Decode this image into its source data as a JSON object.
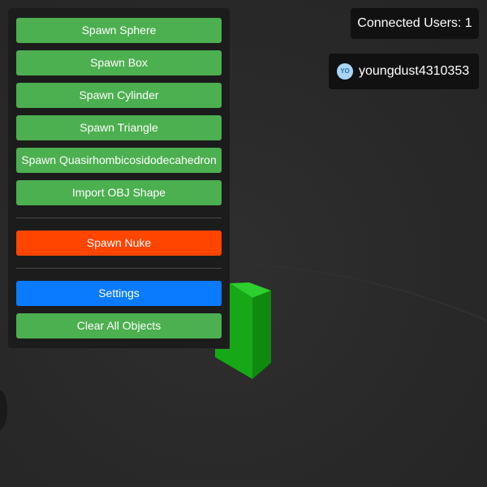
{
  "menu": {
    "spawn_sphere": "Spawn Sphere",
    "spawn_box": "Spawn Box",
    "spawn_cylinder": "Spawn Cylinder",
    "spawn_triangle": "Spawn Triangle",
    "spawn_quasi": "Spawn Quasirhombicosidodecahedron",
    "import_obj": "Import OBJ Shape",
    "spawn_nuke": "Spawn Nuke",
    "settings": "Settings",
    "clear_all": "Clear All Objects"
  },
  "status": {
    "connected_users": "Connected Users: 1"
  },
  "user": {
    "avatar_initials": "YO",
    "name": "youngdust4310353"
  },
  "colors": {
    "green_button": "#4caf50",
    "red_button": "#ff4500",
    "blue_button": "#0a7bff",
    "panel_bg": "#1c1c1c",
    "object_green": "#1fb31f"
  },
  "scene": {
    "object": "box"
  }
}
